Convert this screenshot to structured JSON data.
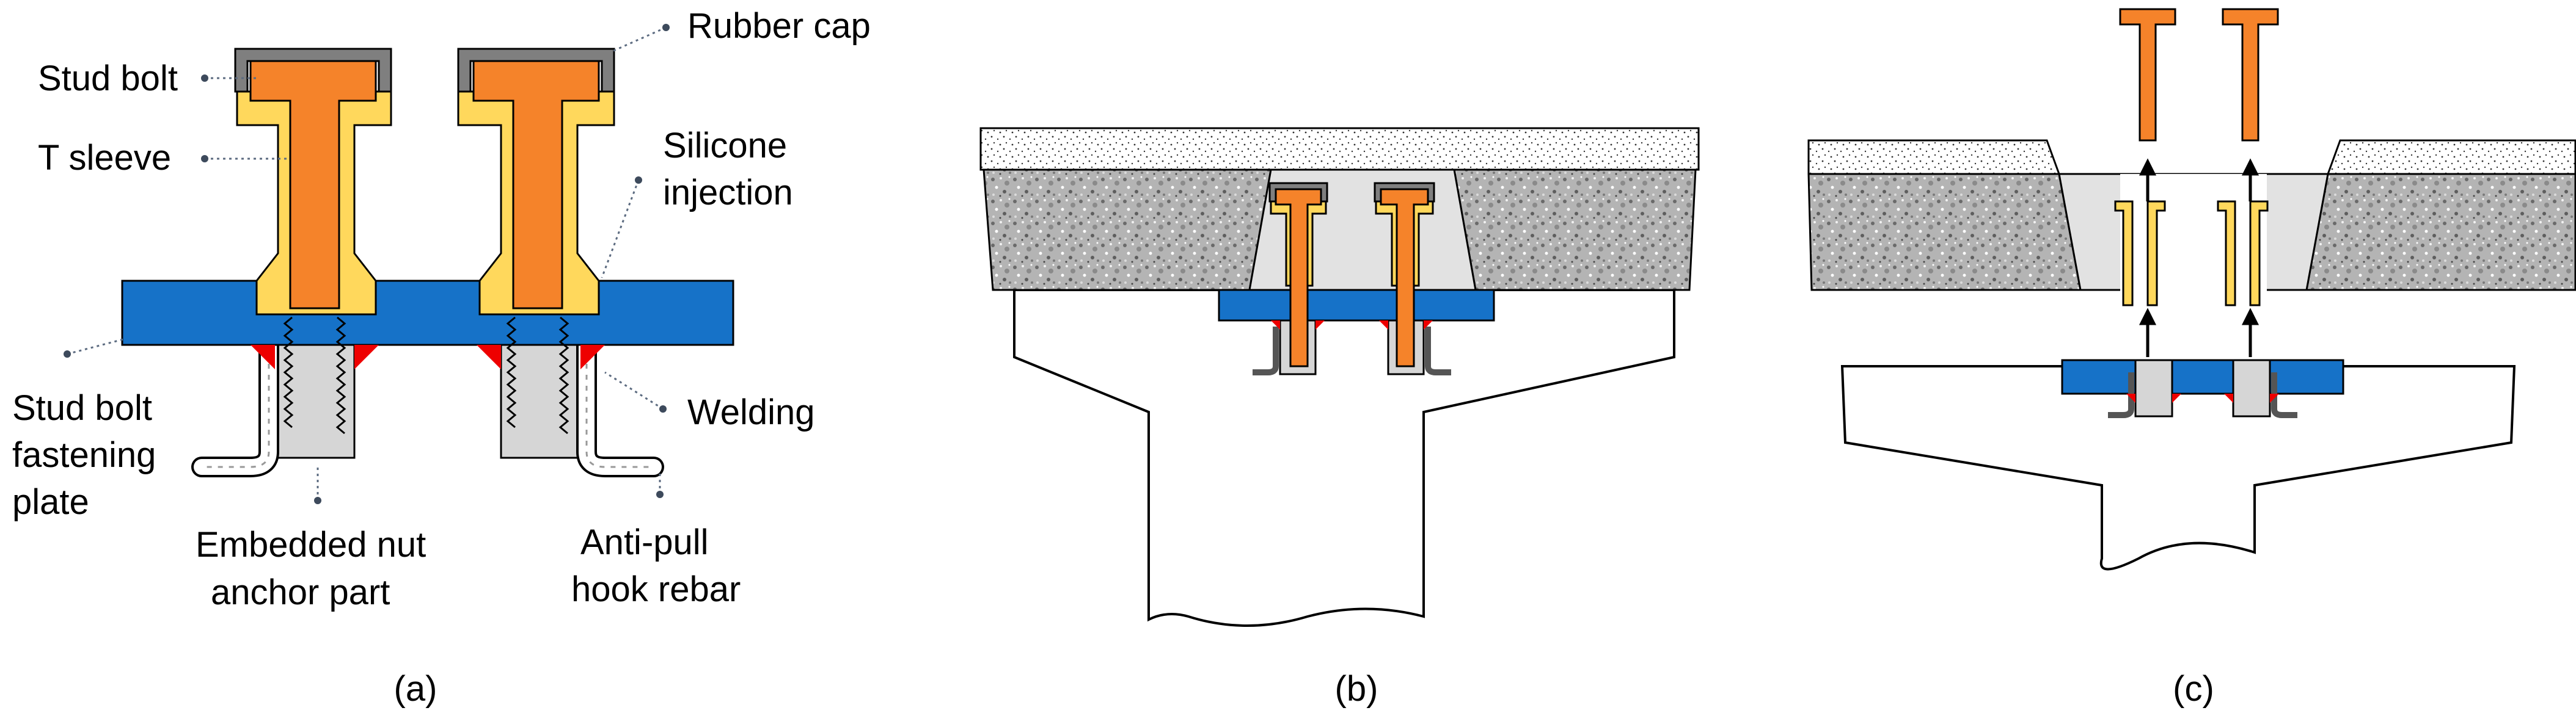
{
  "labels": {
    "rubber_cap": "Rubber cap",
    "stud_bolt": "Stud bolt",
    "t_sleeve": "T sleeve",
    "silicone_1": "Silicone",
    "silicone_2": "injection",
    "fastening_1": "Stud bolt",
    "fastening_2": "fastening",
    "fastening_3": "plate",
    "welding": "Welding",
    "embedded_1": "Embedded nut",
    "embedded_2": "anchor part",
    "antipull_1": "Anti-pull",
    "antipull_2": "hook rebar"
  },
  "captions": {
    "a": "(a)",
    "b": "(b)",
    "c": "(c)"
  },
  "colors": {
    "stud_bolt": "#f5832a",
    "t_sleeve": "#ffd85c",
    "rubber_cap": "#7f7f7f",
    "fastening_plate": "#1672c8",
    "welding": "#ee0000",
    "embedded_nut": "#d6d6d6",
    "concrete": "#b8b8b8",
    "silicone": "#e2e2e2"
  }
}
